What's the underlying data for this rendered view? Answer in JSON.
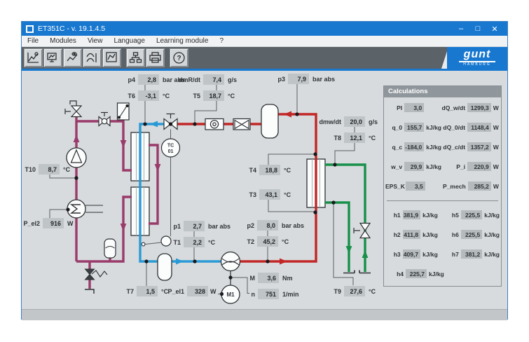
{
  "window": {
    "title": "ET351C - v. 19.1.4.5",
    "controls": {
      "minimize": "–",
      "maximize": "□",
      "close": "✕"
    }
  },
  "menu": {
    "items": [
      "File",
      "Modules",
      "View",
      "Language",
      "Learning module",
      "?"
    ]
  },
  "toolbar": {
    "help_glyph": "?",
    "logo": {
      "text": "gunt",
      "subtext": "HAMBURG"
    }
  },
  "colors": {
    "titlebar": "#1878d0",
    "pipe_hot": "#c22727",
    "pipe_cold": "#2a9ad6",
    "pipe_brine": "#993b6b",
    "pipe_water": "#17904a"
  },
  "symbols": {
    "tc_line1": "TC",
    "tc_line2": "01",
    "motor": "M1"
  },
  "sensors": {
    "p4": {
      "label": "p4",
      "value": "2,8",
      "unit": "bar abs"
    },
    "T6": {
      "label": "T6",
      "value": "-3,1",
      "unit": "°C"
    },
    "dmR": {
      "label": "dmR/dt",
      "value": "7,4",
      "unit": "g/s"
    },
    "T5": {
      "label": "T5",
      "value": "18,7",
      "unit": "°C"
    },
    "p3": {
      "label": "p3",
      "value": "7,9",
      "unit": "bar abs"
    },
    "dmw": {
      "label": "dmw/dt",
      "value": "20,0",
      "unit": "g/s"
    },
    "T8": {
      "label": "T8",
      "value": "12,1",
      "unit": "°C"
    },
    "T4": {
      "label": "T4",
      "value": "18,8",
      "unit": "°C"
    },
    "T3": {
      "label": "T3",
      "value": "43,1",
      "unit": "°C"
    },
    "p1": {
      "label": "p1",
      "value": "2,7",
      "unit": "bar abs"
    },
    "T1": {
      "label": "T1",
      "value": "2,2",
      "unit": "°C"
    },
    "p2": {
      "label": "p2",
      "value": "8,0",
      "unit": "bar abs"
    },
    "T2": {
      "label": "T2",
      "value": "45,2",
      "unit": "°C"
    },
    "T10": {
      "label": "T10",
      "value": "8,7",
      "unit": "°C"
    },
    "P_el2": {
      "label": "P_el2",
      "value": "916",
      "unit": "W"
    },
    "T7": {
      "label": "T7",
      "value": "1,5",
      "unit": "°C"
    },
    "P_el1": {
      "label": "P_el1",
      "value": "328",
      "unit": "W"
    },
    "M": {
      "label": "M",
      "value": "3,6",
      "unit": "Nm"
    },
    "n": {
      "label": "n",
      "value": "751",
      "unit": "1/min"
    },
    "T9": {
      "label": "T9",
      "value": "27,6",
      "unit": "°C"
    }
  },
  "panel": {
    "title": "Calculations",
    "rows": [
      {
        "l1": "PI",
        "v1": "3,0",
        "u1": "",
        "l2": "dQ_w/dt",
        "v2": "1299,3",
        "u2": "W"
      },
      {
        "l1": "q_0",
        "v1": "155,7",
        "u1": "kJ/kg",
        "l2": "dQ_0/dt",
        "v2": "1148,4",
        "u2": "W"
      },
      {
        "l1": "q_c",
        "v1": "-184,0",
        "u1": "kJ/kg",
        "l2": "dQ_c/dt",
        "v2": "1357,2",
        "u2": "W"
      },
      {
        "l1": "w_v",
        "v1": "29,9",
        "u1": "kJ/kg",
        "l2": "P_i",
        "v2": "220,9",
        "u2": "W"
      },
      {
        "l1": "EPS_K",
        "v1": "3,5",
        "u1": "",
        "l2": "P_mech",
        "v2": "285,2",
        "u2": "W"
      }
    ],
    "h_rows": [
      {
        "l1": "h1",
        "v1": "381,9",
        "u1": "kJ/kg",
        "l2": "h5",
        "v2": "225,5",
        "u2": "kJ/kg"
      },
      {
        "l1": "h2",
        "v1": "411,8",
        "u1": "kJ/kg",
        "l2": "h6",
        "v2": "225,5",
        "u2": "kJ/kg"
      },
      {
        "l1": "h3",
        "v1": "409,7",
        "u1": "kJ/kg",
        "l2": "h7",
        "v2": "381,2",
        "u2": "kJ/kg"
      },
      {
        "l1": "h4",
        "v1": "225,7",
        "u1": "kJ/kg",
        "l2": "",
        "v2": "",
        "u2": ""
      }
    ]
  }
}
